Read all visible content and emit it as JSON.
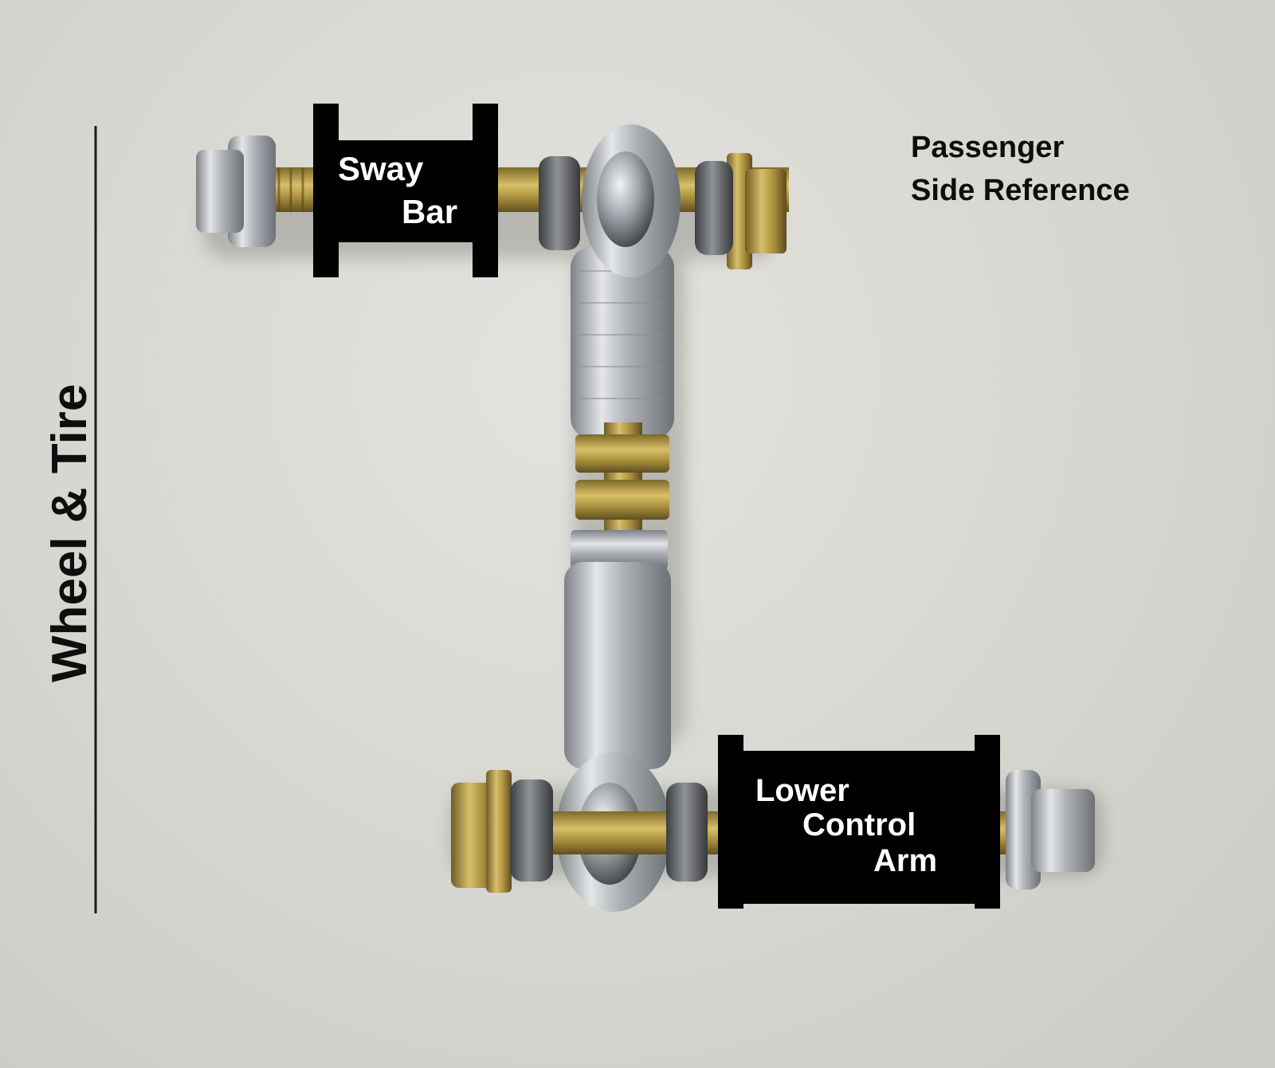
{
  "labels": {
    "sway_bar_line1": "Sway",
    "sway_bar_line2": "Bar",
    "lower_control_arm_line1": "Lower",
    "lower_control_arm_line2": "Control",
    "lower_control_arm_line3": "Arm",
    "passenger_line1": "Passenger",
    "passenger_line2": "Side Reference",
    "wheel_tire": "Wheel & Tire"
  },
  "colors": {
    "background": "#d8d7d2",
    "label_box": "#000000",
    "label_text_on_box": "#ffffff",
    "label_text_plain": "#0e0e0e",
    "zinc_metal": "#b9bcc0",
    "yellow_zinc": "#c9a94a"
  },
  "icons": [
    "sway-bar-end-link-photo"
  ]
}
